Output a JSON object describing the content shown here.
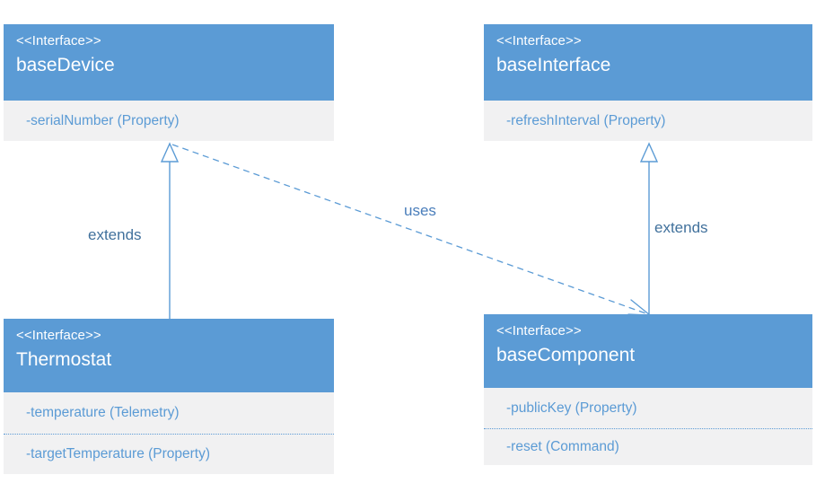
{
  "diagram": {
    "type": "uml-class-diagram",
    "background": "#ffffff",
    "palette": {
      "header_fill": "#5b9bd5",
      "body_fill": "#f1f1f2",
      "header_text": "#ffffff",
      "member_text": "#5b9bd5",
      "connector_stroke": "#5b9bd5",
      "label_text": "#41719c"
    },
    "classes": [
      {
        "id": "baseDevice",
        "stereotype": "<<Interface>>",
        "name": "baseDevice",
        "members": [
          {
            "text": "-serialNumber (Property)"
          }
        ]
      },
      {
        "id": "baseInterface",
        "stereotype": "<<Interface>>",
        "name": "baseInterface",
        "members": [
          {
            "text": "-refreshInterval (Property)"
          }
        ]
      },
      {
        "id": "Thermostat",
        "stereotype": "<<Interface>>",
        "name": "Thermostat",
        "members": [
          {
            "text": "-temperature (Telemetry)"
          },
          {
            "text": "-targetTemperature (Property)"
          }
        ]
      },
      {
        "id": "baseComponent",
        "stereotype": "<<Interface>>",
        "name": "baseComponent",
        "members": [
          {
            "text": "-publicKey (Property)"
          },
          {
            "text": "-reset (Command)"
          }
        ]
      }
    ],
    "connectors": [
      {
        "id": "thermostat-extends-basedevice",
        "label": "extends",
        "kind": "generalization",
        "style": "solid",
        "arrowhead": "hollow-triangle",
        "from": "Thermostat",
        "to": "baseDevice"
      },
      {
        "id": "basecomponent-extends-baseinterface",
        "label": "extends",
        "kind": "generalization",
        "style": "solid",
        "arrowhead": "hollow-triangle",
        "from": "baseComponent",
        "to": "baseInterface"
      },
      {
        "id": "basedevice-uses-basecomponent",
        "label": "uses",
        "kind": "dependency",
        "style": "dashed",
        "arrowhead": "open-v",
        "from": "baseDevice",
        "to": "baseComponent"
      }
    ]
  }
}
